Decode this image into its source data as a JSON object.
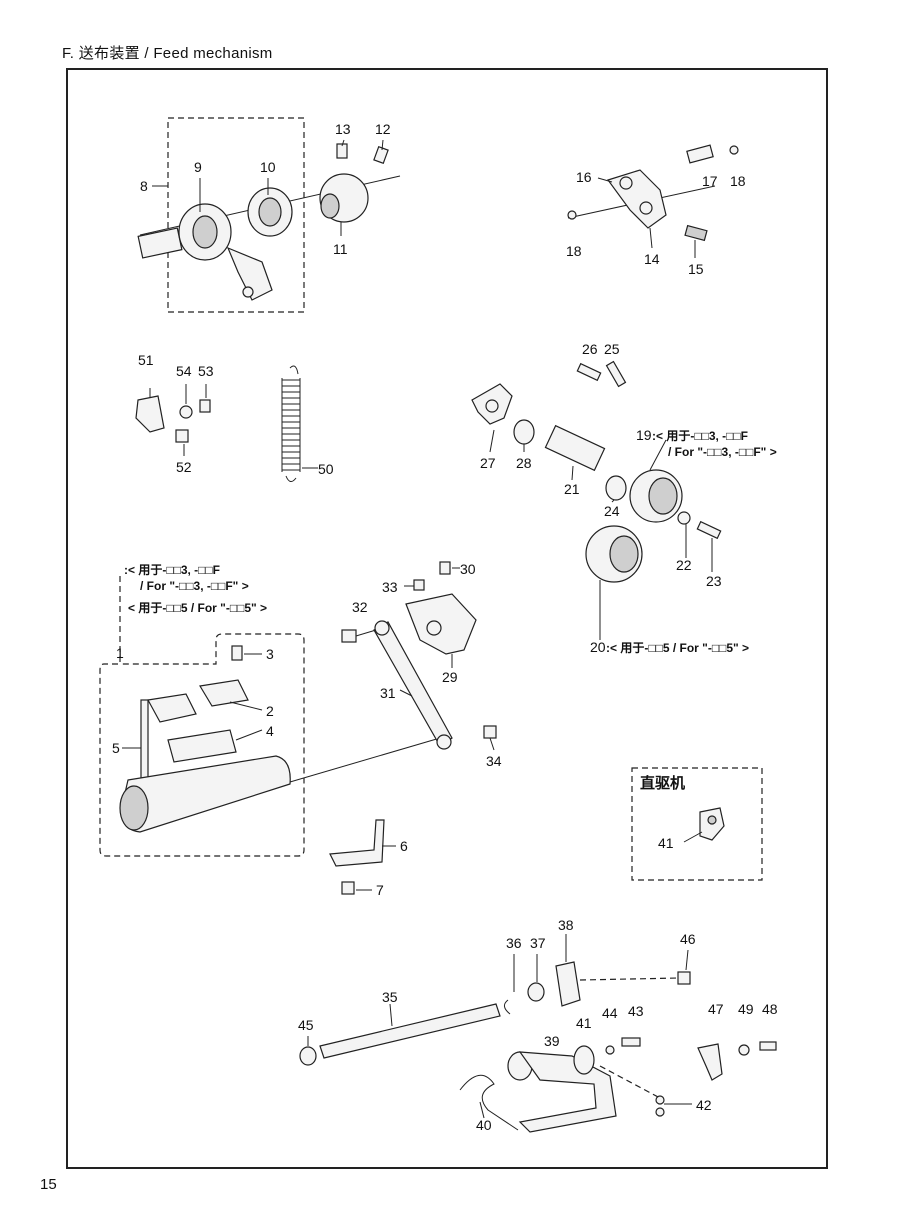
{
  "header": {
    "title": "F. 送布装置 / Feed mechanism"
  },
  "page_number": "15",
  "group_label": "直驱机",
  "callouts": {
    "c1": "1",
    "c2": "2",
    "c3": "3",
    "c4": "4",
    "c5": "5",
    "c6": "6",
    "c7": "7",
    "c8": "8",
    "c9": "9",
    "c10": "10",
    "c11": "11",
    "c12": "12",
    "c13": "13",
    "c14": "14",
    "c15": "15",
    "c16": "16",
    "c17": "17",
    "c18a": "18",
    "c18b": "18",
    "c19": "19",
    "c20": "20",
    "c21": "21",
    "c22": "22",
    "c23": "23",
    "c24": "24",
    "c25": "25",
    "c26": "26",
    "c27": "27",
    "c28": "28",
    "c29": "29",
    "c30": "30",
    "c31": "31",
    "c32": "32",
    "c33": "33",
    "c34": "34",
    "c35": "35",
    "c36": "36",
    "c37": "37",
    "c38": "38",
    "c39": "39",
    "c40": "40",
    "c41a": "41",
    "c41b": "41",
    "c42": "42",
    "c43": "43",
    "c44": "44",
    "c45": "45",
    "c46": "46",
    "c47": "47",
    "c48": "48",
    "c49": "49",
    "c50": "50",
    "c51": "51",
    "c52": "52",
    "c53": "53",
    "c54": "54"
  },
  "notes": {
    "n19_line1": ":< 用于-□□3, -□□F",
    "n19_line2": "/ For \"-□□3, -□□F\" >",
    "n20": ":< 用于-□□5 / For \"-□□5\" >",
    "n1_line1": ":< 用于-□□3, -□□F",
    "n1_line2": "/ For \"-□□3, -□□F\" >",
    "n1_line3": "< 用于-□□5 / For \"-□□5\" >"
  }
}
